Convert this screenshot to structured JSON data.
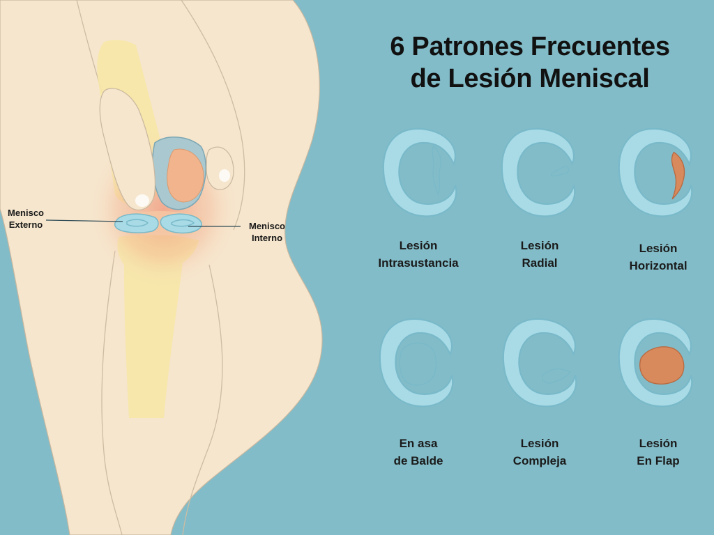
{
  "title": {
    "line1": "6 Patrones Frecuentes",
    "line2": "de Lesión Meniscal"
  },
  "anatomy": {
    "external_label": {
      "line1": "Menisco",
      "line2": "Externo"
    },
    "internal_label": {
      "line1": "Menisco",
      "line2": "Interno"
    }
  },
  "patterns": [
    {
      "line1": "Lesión",
      "line2": "Intrasustancia"
    },
    {
      "line1": "Lesión",
      "line2": "Radial"
    },
    {
      "line1": "Lesión",
      "line2": "Horizontal"
    },
    {
      "line1": "En asa",
      "line2": "de Balde"
    },
    {
      "line1": "Lesión",
      "line2": "Compleja"
    },
    {
      "line1": "Lesión",
      "line2": "En Flap"
    }
  ],
  "colors": {
    "background": "#82bcc8",
    "skin": "#f6e6cd",
    "bone": "#f7e7a6",
    "meniscus": "#a8dbe6",
    "meniscus_outline": "#79b9c9",
    "lesion": "#d98a5c",
    "inflammation": "#f0a283"
  }
}
